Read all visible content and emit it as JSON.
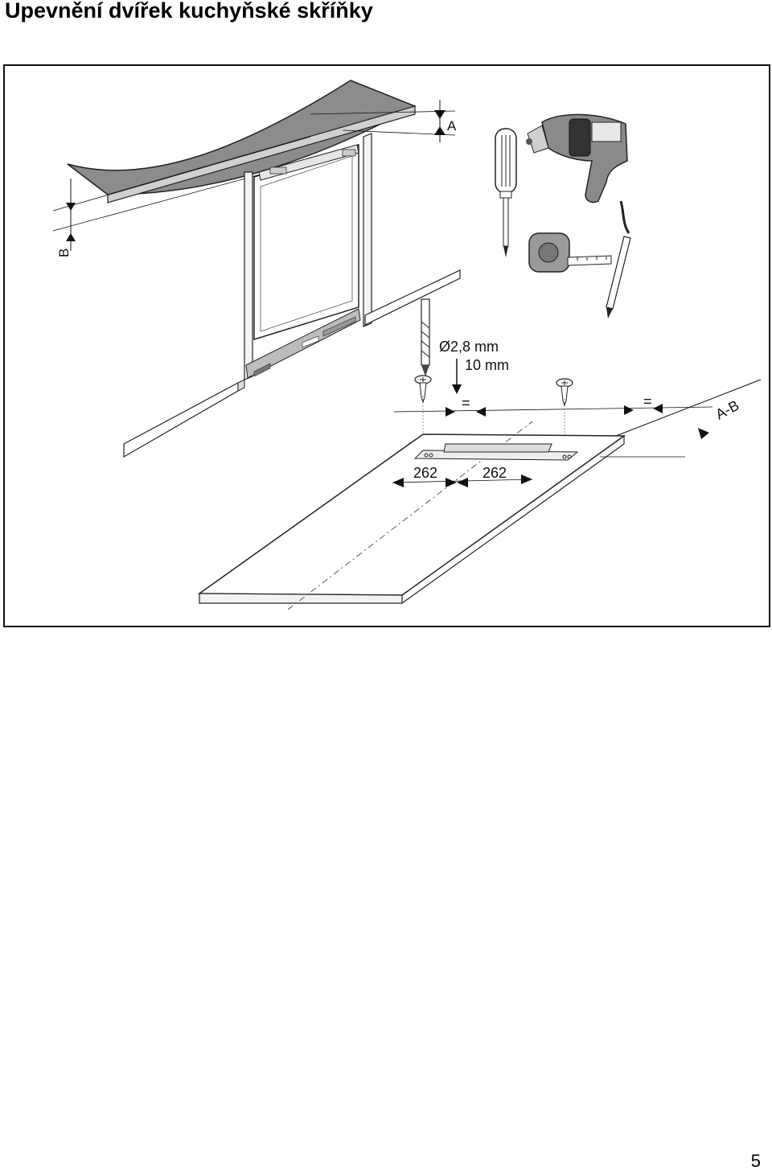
{
  "page": {
    "title": "Upevnění dvířek kuchyňské skříňky",
    "page_number": "5"
  },
  "figure": {
    "label_a": "A",
    "label_b": "B",
    "drill_diameter": "Ø2,8 mm",
    "drill_depth": "10 mm",
    "equal_left": "=",
    "equal_right": "=",
    "offset_label": "A-B",
    "distance_left": "262",
    "distance_right": "262"
  }
}
